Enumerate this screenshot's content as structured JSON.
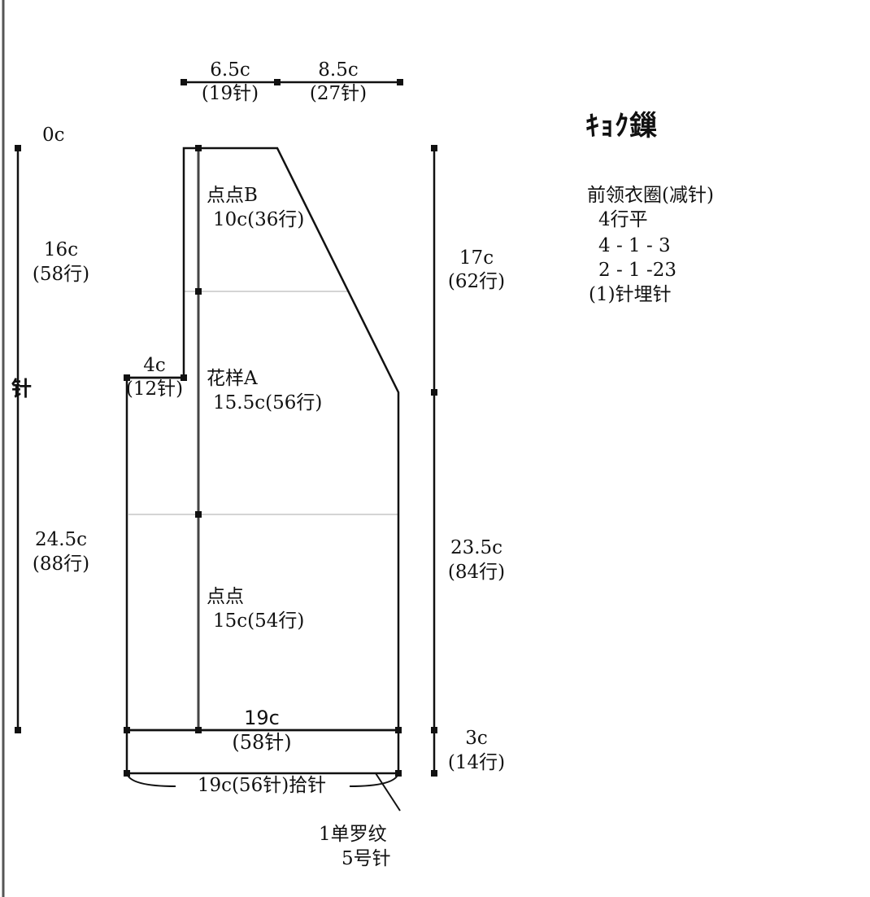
{
  "colors": {
    "line": "#111111",
    "grid": "#d4d4d4",
    "background": "#ffffff"
  },
  "top_dims": {
    "neck_width": "6.5c",
    "neck_stitches": "(19针)",
    "shoulder_width": "8.5c",
    "shoulder_stitches": "(27针)"
  },
  "left_dims": {
    "start": "0c",
    "upper": "16c",
    "upper_rows": "(58行)",
    "cutoff_text": "针",
    "lower": "24.5c",
    "lower_rows": "(88行)"
  },
  "collar_dims": {
    "width": "4c",
    "stitches": "(12针)"
  },
  "sections": {
    "b_name": "点点B",
    "b_size": "10c(36行)",
    "a_name": "花样A",
    "a_size": "15.5c(56行)",
    "d_name": "点点",
    "d_size": "15c(54行)"
  },
  "right_dims": {
    "upper": "17c",
    "upper_rows": "(62行)",
    "lower": "23.5c",
    "lower_rows": "(84行)",
    "rib": "3c",
    "rib_rows": "(14行)"
  },
  "bottom_dims": {
    "width": "19c",
    "stitches": "(58针)",
    "pickup": "19c(56针)拾针"
  },
  "rib_note": {
    "line1": "1单罗纹",
    "line2": "5号针"
  },
  "legend": {
    "title": "ｷｮｸ鏁",
    "heading": "前领衣圈(减针)",
    "line1": "4行平",
    "line2": "4 - 1 - 3",
    "line3": "2 - 1 -23",
    "line4": "(1)针埋针"
  }
}
